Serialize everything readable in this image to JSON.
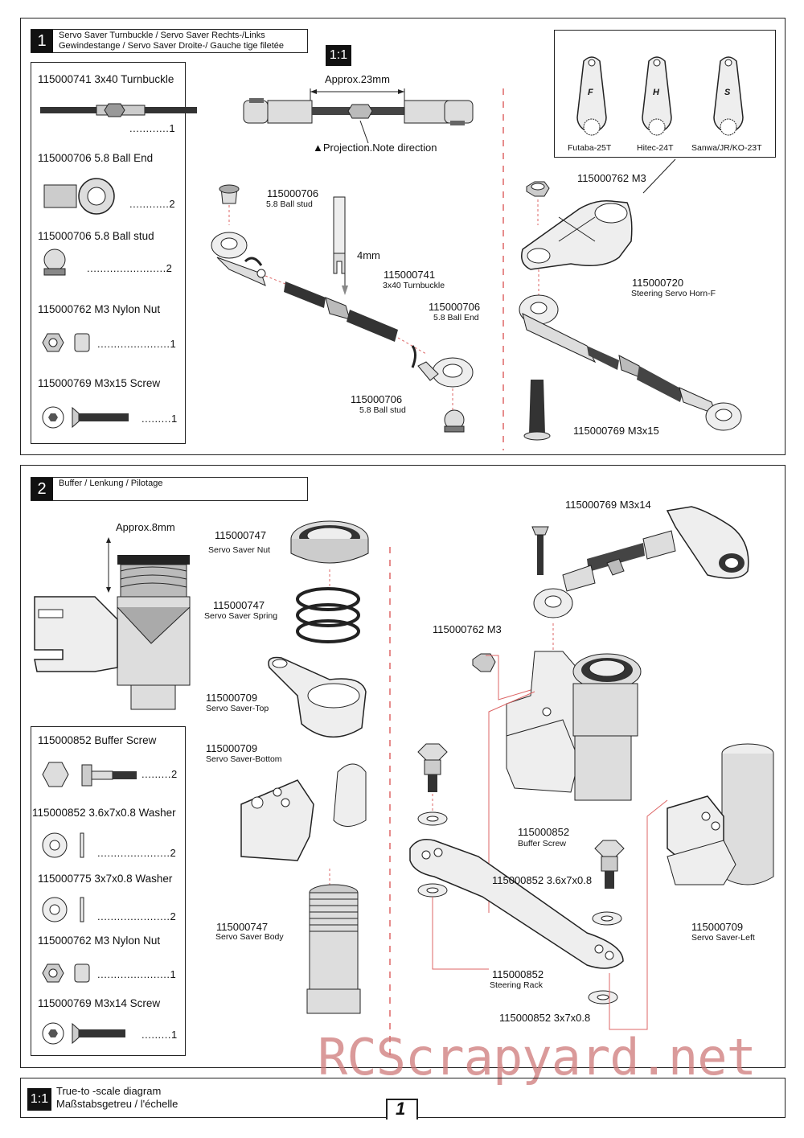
{
  "step1": {
    "number": "1",
    "title_line1": "Servo Saver Turnbuckle / Servo Saver Rechts-/Links",
    "title_line2": "Gewindestange / Servo Saver Droite-/ Gauche tige filetée",
    "scale_badge": "1:1",
    "approx": "Approx.23mm",
    "projection_note": "▲Projection.Note direction",
    "parts": [
      {
        "label": "115000741  3x40 Turnbuckle",
        "qty": "............1"
      },
      {
        "label": "115000706  5.8 Ball End",
        "qty": "............2"
      },
      {
        "label": "115000706  5.8 Ball stud",
        "qty": "........................2"
      },
      {
        "label": "115000762  M3 Nylon Nut",
        "qty": "......................1"
      },
      {
        "label": "115000769  M3x15 Screw",
        "qty": ".........1"
      }
    ],
    "callouts": {
      "ball_stud_top_num": "115000706",
      "ball_stud_top_sub": "5.8 Ball stud",
      "tool_size": "4mm",
      "turnbuckle_num": "115000741",
      "turnbuckle_sub": "3x40 Turnbuckle",
      "ball_end_num": "115000706",
      "ball_end_sub": "5.8 Ball End",
      "ball_stud_bot_num": "115000706",
      "ball_stud_bot_sub": "5.8 Ball stud",
      "nut": "115000762  M3",
      "horn_num": "115000720",
      "horn_sub": "Steering Servo Horn-F",
      "screw": "115000769  M3x15"
    },
    "horns": [
      {
        "letter": "F",
        "caption": "Futaba-25T"
      },
      {
        "letter": "H",
        "caption": "Hitec-24T"
      },
      {
        "letter": "S",
        "caption": "Sanwa/JR/KO-23T"
      }
    ]
  },
  "step2": {
    "number": "2",
    "title": "Buffer / Lenkung / Pilotage",
    "approx": "Approx.8mm",
    "parts": [
      {
        "label": "115000852 Buffer Screw",
        "qty": ".........2"
      },
      {
        "label": "115000852  3.6x7x0.8 Washer",
        "qty": "......................2"
      },
      {
        "label": "115000775  3x7x0.8  Washer",
        "qty": "......................2"
      },
      {
        "label": "115000762  M3 Nylon Nut",
        "qty": "......................1"
      },
      {
        "label": "115000769  M3x14 Screw",
        "qty": ".........1"
      }
    ],
    "callouts": {
      "nut_num": "115000747",
      "nut_sub": "Servo Saver Nut",
      "spring_num": "115000747",
      "spring_sub": "Servo Saver Spring",
      "top_num": "115000709",
      "top_sub": "Servo Saver-Top",
      "bottom_num": "115000709",
      "bottom_sub": "Servo Saver-Bottom",
      "body_num": "115000747",
      "body_sub": "Servo Saver Body",
      "screw": "115000769  M3x14",
      "m3nut": "115000762  M3",
      "buffer_num": "115000852",
      "buffer_sub": "Buffer Screw",
      "washer1": "115000852  3.6x7x0.8",
      "rack_num": "115000852",
      "rack_sub": "Steering Rack",
      "washer2": "115000852  3x7x0.8",
      "left_num": "115000709",
      "left_sub": "Servo Saver-Left"
    }
  },
  "footer": {
    "scale_badge": "1:1",
    "line1": "True-to -scale diagram",
    "line2": "Maßstabsgetreu / l'échelle",
    "page": "1"
  },
  "watermark": "RCScrapyard.net"
}
